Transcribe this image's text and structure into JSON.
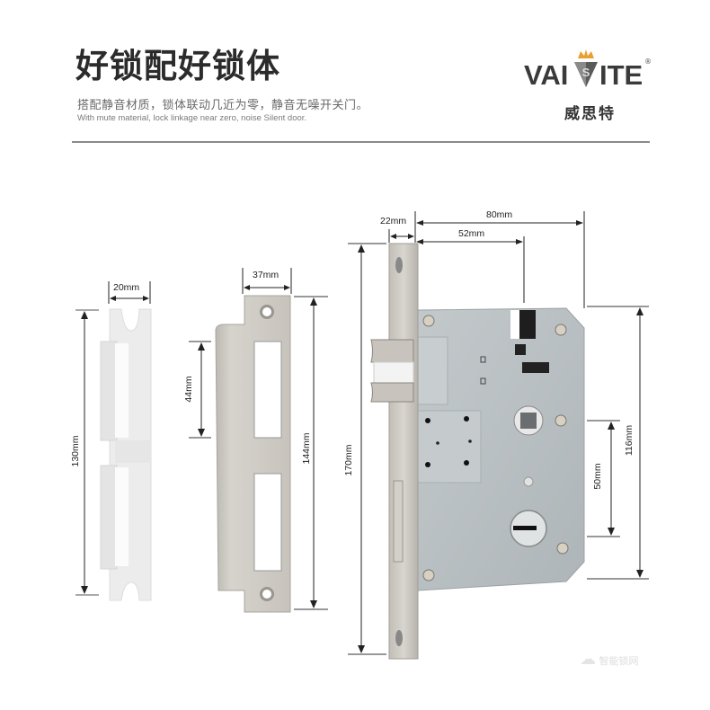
{
  "header": {
    "title": "好锁配好锁体",
    "subtitle_cn": "搭配静音材质，锁体联动几近为零，静音无噪开关门。",
    "subtitle_en": "With mute material, lock linkage near zero, noise Silent door."
  },
  "brand": {
    "logo_text_left": "VAI",
    "logo_text_right": "ITE",
    "logo_cn": "威思特",
    "registered_mark": "®",
    "crown_color": "#e8a030",
    "text_color": "#3a3a3a"
  },
  "parts": {
    "plastic_box": {
      "width_label": "20mm",
      "height_label": "130mm"
    },
    "strike_plate": {
      "width_label": "37mm",
      "slot_label": "44mm",
      "height_label": "144mm"
    },
    "lock_body": {
      "faceplate_width_label": "22mm",
      "depth_label": "80mm",
      "backset_label": "52mm",
      "faceplate_height_label": "170mm",
      "body_height_label": "116mm",
      "center_distance_label": "50mm"
    }
  },
  "watermark": {
    "text": "智能锁网"
  },
  "colors": {
    "steel": "#c9c6c0",
    "body_gray": "#b9c0c2",
    "plastic": "#eeeeee",
    "dim_line": "#222222"
  }
}
